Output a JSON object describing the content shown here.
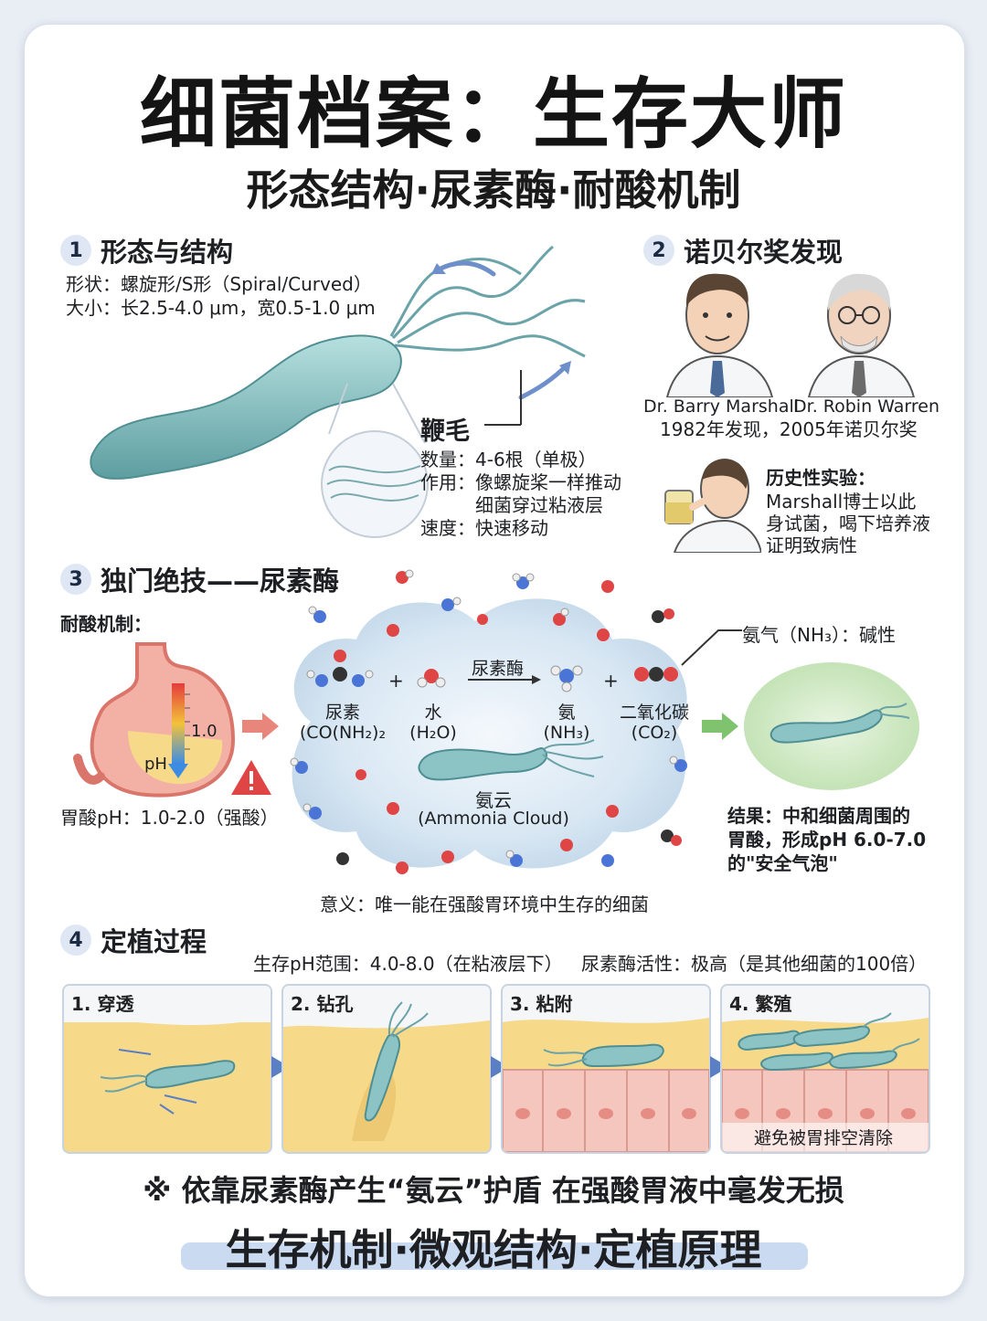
{
  "header": {
    "title": "细菌档案：生存大师",
    "subtitle": "形态结构·尿素酶·耐酸机制"
  },
  "section1": {
    "number": "1",
    "title": "形态与结构",
    "shape": "形状：螺旋形/S形（Spiral/Curved）",
    "size": "大小：长2.5-4.0 μm，宽0.5-1.0 μm",
    "flagella_label": "鞭毛",
    "count": "数量：4-6根（单极）",
    "function_1": "作用：像螺旋桨一样推动",
    "function_2": "细菌穿过粘液层",
    "speed": "速度：快速移动"
  },
  "section2": {
    "number": "2",
    "title": "诺贝尔奖发现",
    "person_1": "Dr. Barry Marshall",
    "person_2": "Dr. Robin Warren",
    "years": "1982年发现，2005年诺贝尔奖",
    "experiment_title": "历史性实验：",
    "experiment_1": "Marshall博士以此",
    "experiment_2": "身试菌，喝下培养液",
    "experiment_3": "证明致病性"
  },
  "section3": {
    "number": "3",
    "title": "独门绝技——尿素酶",
    "mechanism": "耐酸机制：",
    "ph_value": "1.0",
    "ph_label": "pH",
    "stomach_acid": "胃酸pH：1.0-2.0（强酸）",
    "urea": "尿素",
    "urea_formula": "(CO(NH₂)₂",
    "water": "水",
    "water_formula": "(H₂O)",
    "enzyme": "尿素酶",
    "ammonia": "氨",
    "ammonia_formula": "(NH₃)",
    "co2": "二氧化碳",
    "co2_formula": "(CO₂)",
    "plus": "+",
    "cloud_name": "氨云",
    "cloud_en": "(Ammonia Cloud)",
    "ammonia_gas": "氨气（NH₃）：碱性",
    "result_1": "结果：中和细菌周围的",
    "result_2": "胃酸，形成pH 6.0-7.0",
    "result_3": "的\"安全气泡\"",
    "meaning": "意义：唯一能在强酸胃环境中生存的细菌"
  },
  "section4": {
    "number": "4",
    "title": "定植过程",
    "ph_range": "生存pH范围：4.0-8.0（在粘液层下）",
    "urease_activity": "尿素酶活性：极高（是其他细菌的100倍）",
    "steps": [
      "1. 穿透",
      "2. 钻孔",
      "3. 粘附",
      "4. 繁殖"
    ],
    "step4_note": "避免被胃排空清除"
  },
  "footer": {
    "note": "※ 依靠尿素酶产生“氨云”护盾 在强酸胃液中毫发无损",
    "tagline": "生存机制·微观结构·定植原理"
  },
  "colors": {
    "bacteria": "#8cc3c4",
    "bacteria_dark": "#4f8f93",
    "mucus": "#f6d88c",
    "cloud": "#d6e6f2",
    "accent_blue": "#5b7fc4",
    "warning_red": "#e04545",
    "safe_green": "#cfe8c6"
  }
}
